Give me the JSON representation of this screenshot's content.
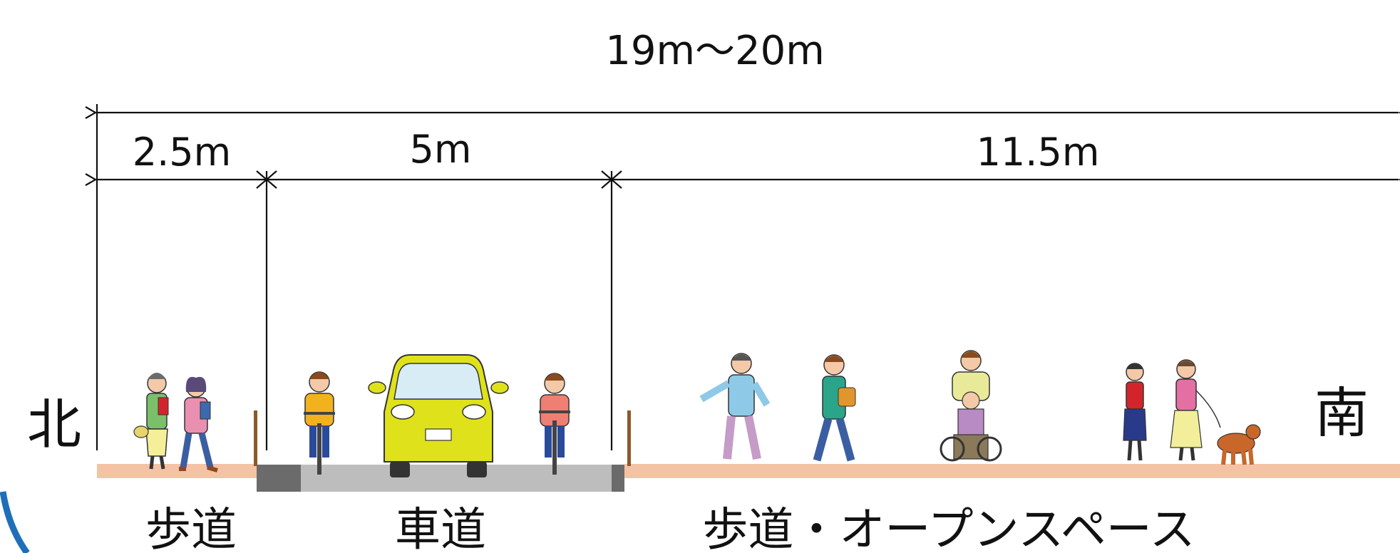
{
  "dimensions": {
    "total": "19m〜20m",
    "north_sidewalk": "2.5m",
    "roadway": "5m",
    "south_space": "11.5m"
  },
  "directions": {
    "north": "北",
    "south": "南"
  },
  "zones": {
    "north_sidewalk": "歩道",
    "roadway": "車道",
    "south_space": "歩道・オープンスペース"
  },
  "colors": {
    "sidewalk": "#f4c3a5",
    "road": "#bdbdbd",
    "curb_dark": "#6b6b6b",
    "car": "#dfe21a",
    "lines": "#111111",
    "arc": "#1e6fb8"
  },
  "icons": {
    "people": [
      "pedestrian-girl",
      "pedestrian-girl",
      "cyclist",
      "car",
      "cyclist",
      "pedestrian-man",
      "pedestrian-woman",
      "wheelchair-user",
      "pedestrian-child",
      "woman-walking-dog"
    ]
  }
}
